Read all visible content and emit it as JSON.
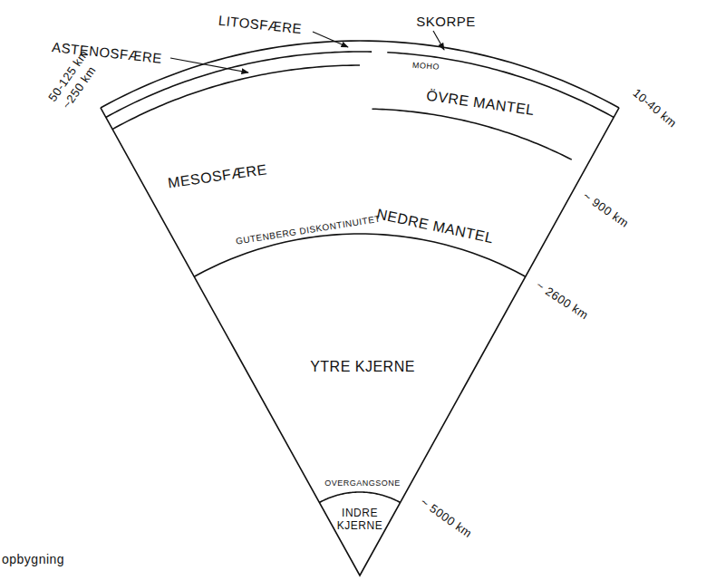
{
  "diagram": {
    "labels": [
      "LITOSFÆRE",
      "SKORPE",
      "ASTENOSFÆRE",
      "MOHO",
      "ÖVRE MANTEL",
      "50-125 km",
      "~250 km",
      "10-40 km",
      "MESOSFÆRE",
      "~ 900 km",
      "NEDRE MANTEL",
      "GUTENBERG DISKONTINUITET",
      "~ 2600 km",
      "YTRE KJERNE",
      "OVERGANGSONE",
      "INDRE KJERNE",
      "~ 5000 km",
      "opbygning"
    ]
  }
}
